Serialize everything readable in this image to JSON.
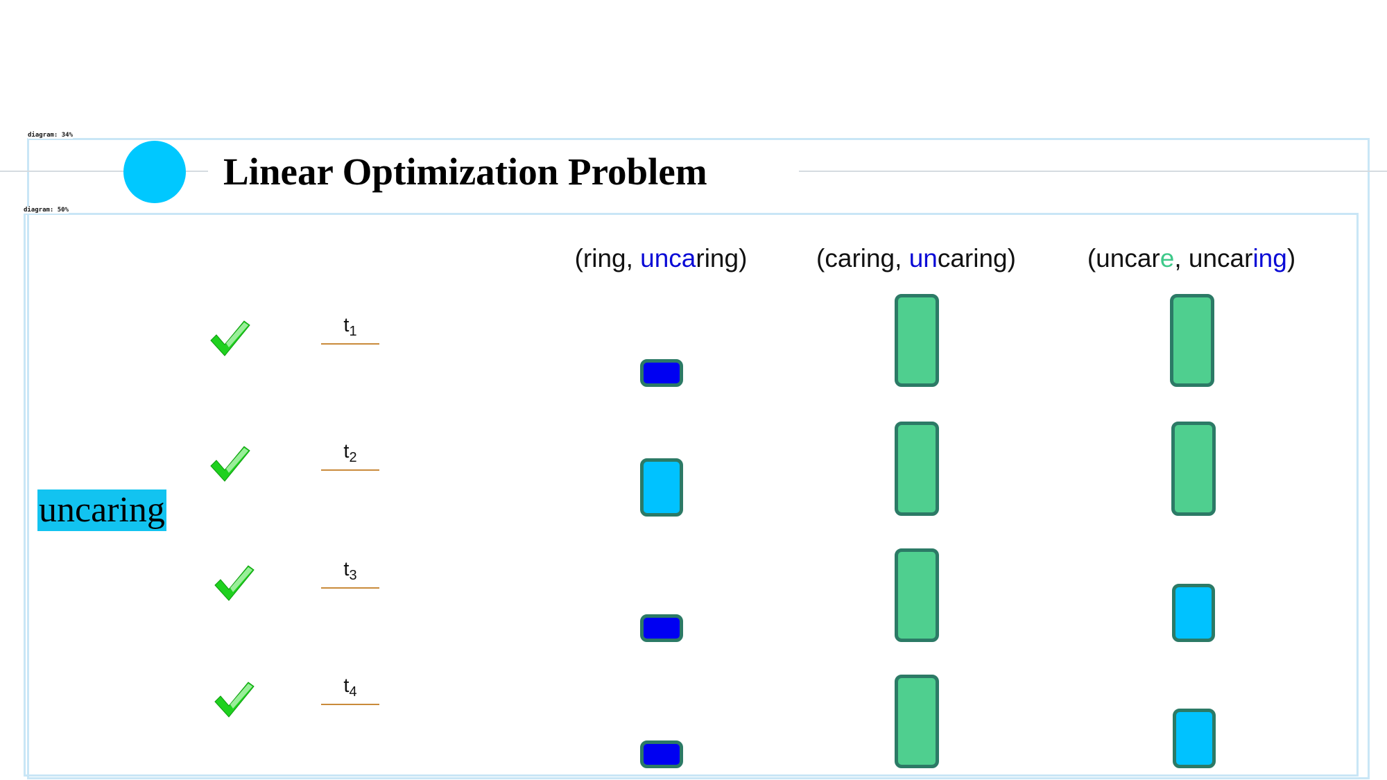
{
  "overlay_tags": [
    "diagram: 34%",
    "diagram: 50%"
  ],
  "slide": {
    "title": "Linear Optimization Problem",
    "word": "uncaring"
  },
  "columns": [
    {
      "parts": [
        {
          "text": "(ring, "
        },
        {
          "text": "unca",
          "color": "#0a0ad6"
        },
        {
          "text": "ring)"
        }
      ]
    },
    {
      "parts": [
        {
          "text": "(caring, "
        },
        {
          "text": "un",
          "color": "#0a0ad6"
        },
        {
          "text": "caring)"
        }
      ]
    },
    {
      "parts": [
        {
          "text": "(uncar"
        },
        {
          "text": "e",
          "color": "#3ec98a"
        },
        {
          "text": ", uncar"
        },
        {
          "text": "ing",
          "color": "#0a0ad6"
        },
        {
          "text": ")"
        }
      ]
    }
  ],
  "rows": [
    {
      "label": "t",
      "sub": "1",
      "check": "check-icon"
    },
    {
      "label": "t",
      "sub": "2",
      "check": "check-icon"
    },
    {
      "label": "t",
      "sub": "3",
      "check": "check-icon"
    },
    {
      "label": "t",
      "sub": "4",
      "check": "check-icon"
    }
  ],
  "colors": {
    "accent_cyan": "#00c8ff",
    "green_box": "#4fcf8f",
    "navy_box": "#0000f2",
    "box_border": "#2c7a66",
    "highlight_blue": "#0a0ad6",
    "highlight_green": "#3ec98a"
  }
}
